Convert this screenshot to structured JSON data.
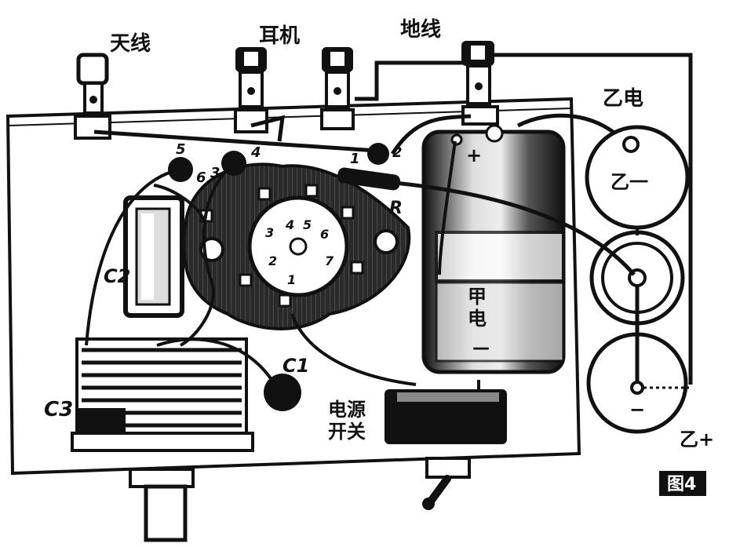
{
  "labels": {
    "antenna": "天线",
    "earphone": "耳机",
    "ground": "地线",
    "battery_b": "乙电",
    "battery_b_minus": "乙一",
    "battery_b_plus": "乙+",
    "battery_a_line1": "甲",
    "battery_a_line2": "电",
    "battery_a_plus": "+",
    "battery_a_minus": "—",
    "battery_b_cell_minus": "−",
    "power_switch_line1": "电源",
    "power_switch_line2": "开关",
    "c1": "C1",
    "c2": "C2",
    "c3": "C3",
    "r": "R",
    "figure_tag": "图4"
  },
  "terminal_numbers": [
    "1",
    "2",
    "3",
    "4",
    "5",
    "6"
  ],
  "tube_pins": [
    "1",
    "2",
    "3",
    "4",
    "5",
    "6",
    "7"
  ],
  "colors": {
    "ink": "#111111",
    "paper": "#ffffff",
    "shade": "#3a3a3a"
  }
}
